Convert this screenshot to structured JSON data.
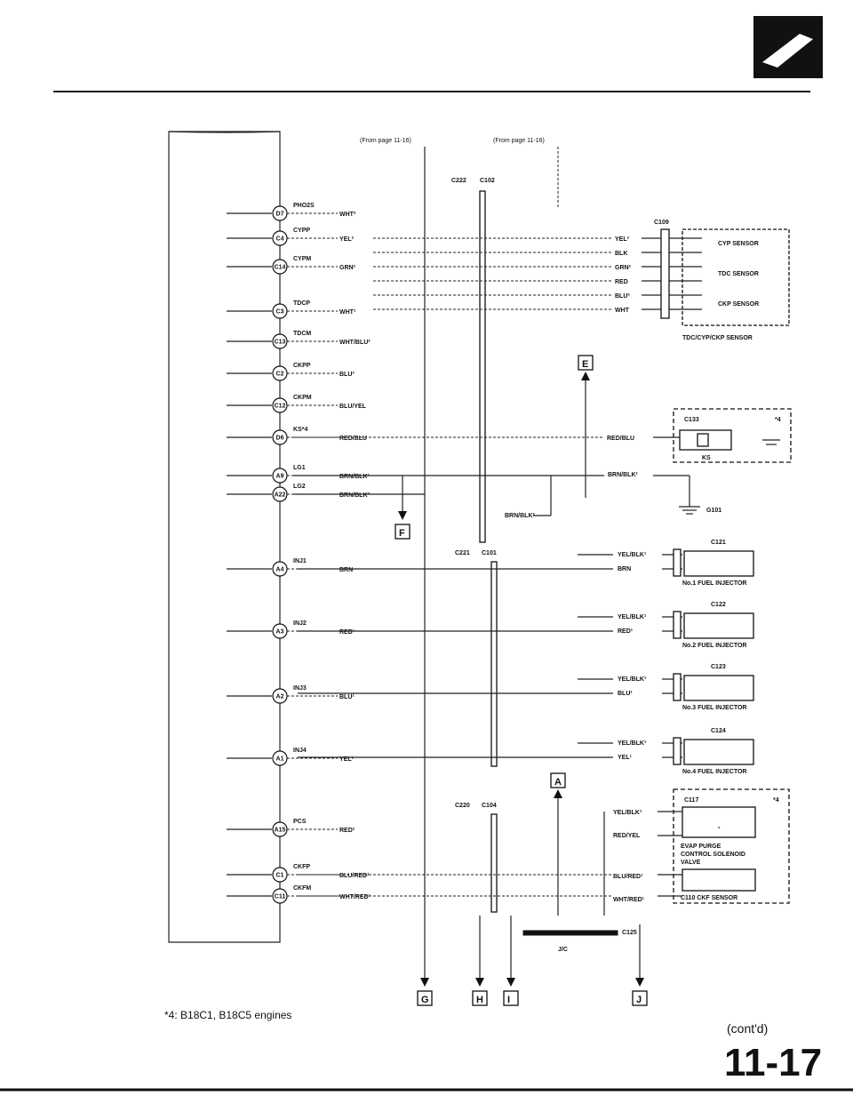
{
  "header": {
    "from_left": "(From page 11-16)",
    "from_right": "(From page 11-16)"
  },
  "ecm_terminals": [
    {
      "pin": "D7",
      "signal": "PHO2S",
      "wire": "WHT²"
    },
    {
      "pin": "C4",
      "signal": "CYPP",
      "wire": "YEL²"
    },
    {
      "pin": "C14",
      "signal": "CYPM",
      "wire": "GRN²"
    },
    {
      "pin": "C3",
      "signal": "TDCP",
      "wire": "WHT¹"
    },
    {
      "pin": "C13",
      "signal": "TDCM",
      "wire": "WHT/BLU²"
    },
    {
      "pin": "C2",
      "signal": "CKPP",
      "wire": "BLU³"
    },
    {
      "pin": "C12",
      "signal": "CKPM",
      "wire": "BLU/YEL"
    },
    {
      "pin": "D6",
      "signal": "KS*4",
      "wire": "RED/BLU"
    },
    {
      "pin": "A9",
      "signal": "LG1",
      "wire": "BRN/BLK¹"
    },
    {
      "pin": "A22",
      "signal": "LG2",
      "wire": "BRN/BLK²"
    },
    {
      "pin": "A4",
      "signal": "INJ1",
      "wire": "BRN"
    },
    {
      "pin": "A3",
      "signal": "INJ2",
      "wire": "RED¹"
    },
    {
      "pin": "A2",
      "signal": "INJ3",
      "wire": "BLU¹"
    },
    {
      "pin": "A1",
      "signal": "INJ4",
      "wire": "YEL¹"
    },
    {
      "pin": "A15",
      "signal": "PCS",
      "wire": "RED²"
    },
    {
      "pin": "C1",
      "signal": "CKFP",
      "wire": "BLU/RED¹"
    },
    {
      "pin": "C11",
      "signal": "CKFM",
      "wire": "WHT/RED¹"
    }
  ],
  "connectors": {
    "c222": "C222",
    "c102": "C102",
    "c109": "C109",
    "c221": "C221",
    "c101": "C101",
    "c220": "C220",
    "c104": "C104",
    "c125": "C125",
    "jc": "J/C",
    "g101": "G101"
  },
  "tdc_sensor": {
    "right_wires": [
      "YEL²",
      "BLK",
      "GRN²",
      "RED",
      "BLU³",
      "WHT"
    ],
    "sensors": [
      "CYP SENSOR",
      "TDC SENSOR",
      "CKP SENSOR"
    ],
    "title": "TDC/CYP/CKP SENSOR"
  },
  "ks": {
    "connector": "C133",
    "note": "*4",
    "label": "KS",
    "wire": "RED/BLU",
    "ground_wire": "BRN/BLK¹",
    "ground_wire2": "BRN/BLK²"
  },
  "injectors": [
    {
      "connector": "C121",
      "wire_top": "YEL/BLK¹",
      "wire_bot": "BRN",
      "label": "No.1 FUEL INJECTOR"
    },
    {
      "connector": "C122",
      "wire_top": "YEL/BLK¹",
      "wire_bot": "RED¹",
      "label": "No.2 FUEL INJECTOR"
    },
    {
      "connector": "C123",
      "wire_top": "YEL/BLK¹",
      "wire_bot": "BLU¹",
      "label": "No.3 FUEL INJECTOR"
    },
    {
      "connector": "C124",
      "wire_top": "YEL/BLK¹",
      "wire_bot": "YEL¹",
      "label": "No.4 FUEL INJECTOR"
    }
  ],
  "evap": {
    "connector": "C117",
    "note": "*4",
    "wire_top": "YEL/BLK¹",
    "wire_bot": "RED/YEL",
    "label1": "EVAP PURGE",
    "label2": "CONTROL SOLENOID",
    "label3": "VALVE"
  },
  "ckf": {
    "wire_top": "BLU/RED¹",
    "wire_bot": "WHT/RED¹",
    "label": "C110  CKF SENSOR"
  },
  "page_refs": [
    "E",
    "F",
    "A",
    "G",
    "H",
    "I",
    "J"
  ],
  "footnote": "*4: B18C1, B18C5 engines",
  "contd": "(cont'd)",
  "page_number": "11-17"
}
